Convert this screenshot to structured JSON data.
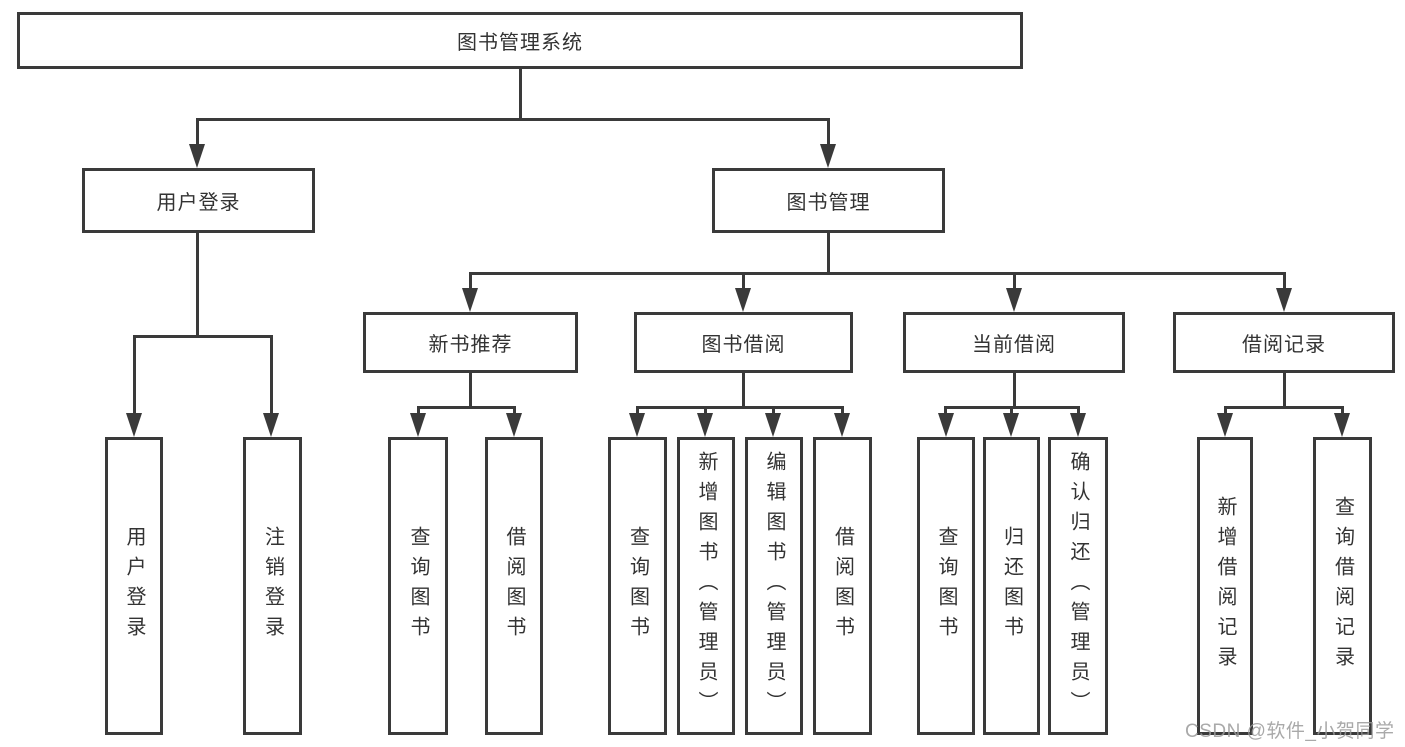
{
  "diagram_title": "图书管理系统",
  "boxes": {
    "root": "图书管理系统",
    "l2": [
      "用户登录",
      "图书管理"
    ],
    "l3": [
      "新书推荐",
      "图书借阅",
      "当前借阅",
      "借阅记录"
    ],
    "leaves": [
      "用户登录",
      "注销登录",
      "查询图书",
      "借阅图书",
      "查询图书",
      "新增图书（管理员）",
      "编辑图书（管理员）",
      "借阅图书",
      "查询图书",
      "归还图书",
      "确认归还（管理员）",
      "新增借阅记录",
      "查询借阅记录"
    ]
  },
  "watermark": "CSDN @软件_小贺同学",
  "colors": {
    "line": "#3a3a3a",
    "text": "#333333",
    "watermark": "#9b9b9b",
    "background": "#ffffff"
  }
}
